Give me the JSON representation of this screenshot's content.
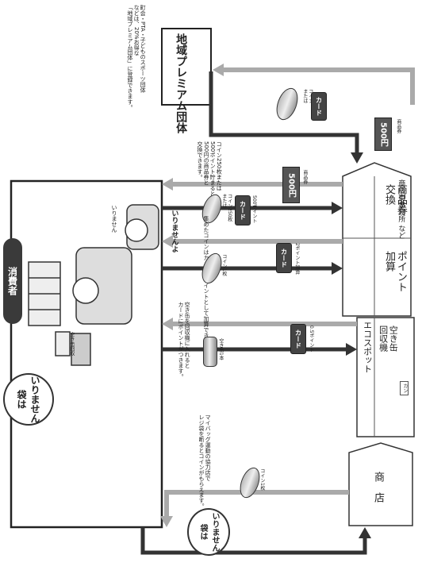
{
  "consumer": {
    "title": "消費者",
    "speech": "いりませんよ",
    "cashier_speech": "いりません"
  },
  "bag_bubble_top": {
    "line1": "袋は",
    "line2": "いりません"
  },
  "bag_bubble_bottom": {
    "line1": "袋は",
    "line2": "いりません"
  },
  "premium_org": {
    "name": "地域プレミアム団体",
    "note": "町会・PTA・子どものスポーツ団体\nなどは、20%お得な\n「地域プレミアム団体」に登録できます。",
    "payment_label": "コイン\nまたは",
    "card_label": "カード",
    "ticket_value": "500円",
    "ticket_caption": "商品券"
  },
  "exchange": {
    "title": "商品券\n交換",
    "note": "コイン250枚または\n500ポイント貯まると\n500円の商品券と\n交換できます。",
    "coin_label": "コイン250枚\nまたは",
    "card_label": "カード",
    "points_label": "500ポイント",
    "ticket_value": "500円",
    "ticket_caption": "商品券"
  },
  "point_add": {
    "title": "ポイント\n加算",
    "note": "集めたコインはカードにポイントとして加算できます。",
    "card_label": "カード",
    "points_label": "2ポイント加算",
    "coin_label": "コイン1枚"
  },
  "office": {
    "name": "商店街事務所 など"
  },
  "eco_spot": {
    "title": "エコスポット",
    "machine": "空き缶\n回収機",
    "small_text": "カン",
    "note": "空き缶を回収機に入れると\nカードにポイントがつきます。",
    "card_label": "カード",
    "points_label": "0.5ポイント",
    "can_label": "空き缶1本"
  },
  "shop": {
    "name": "商　店",
    "note": "マイバッグ運動の協力店で\nレジ袋を断るとコインがもらえます。",
    "coin_label": "コイン1枚"
  },
  "collection_box": {
    "label": "空き缶回収"
  }
}
